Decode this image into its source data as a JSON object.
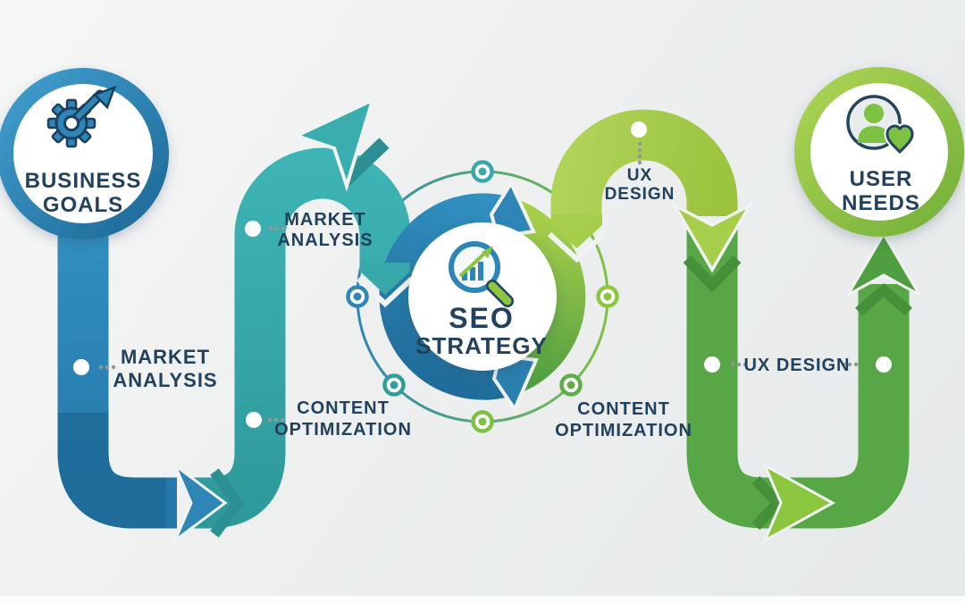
{
  "nodes": {
    "business_goals": {
      "line1": "BUSINESS",
      "line2": "GOALS",
      "icon": "gear-arrow-icon"
    },
    "seo_strategy": {
      "line1": "SEO",
      "line2": "STRATEGY",
      "icon": "magnifier-chart-icon"
    },
    "user_needs": {
      "line1": "USER",
      "line2": "NEEDS",
      "icon": "person-heart-icon"
    }
  },
  "labels": {
    "market_analysis_left": {
      "line1": "MARKET",
      "line2": "ANALYSIS"
    },
    "market_analysis_top": {
      "line1": "MARKET",
      "line2": "ANALYSIS"
    },
    "ux_design_top": {
      "line1": "UX",
      "line2": "DESIGN"
    },
    "content_optimization_left": {
      "line1": "CONTENT",
      "line2": "OPTIMIZATION"
    },
    "content_optimization_right": {
      "line1": "CONTENT",
      "line2": "OPTIMIZATION"
    },
    "ux_design_right": {
      "text": "UX DESIGN"
    }
  },
  "colors": {
    "blue": "#2e86b7",
    "blue_dark": "#1f6b99",
    "teal": "#3aadae",
    "light_green": "#a6ce4a",
    "green": "#58a746",
    "green_dark": "#4f9e41",
    "navy": "#22415d",
    "background": "#eef0f0"
  }
}
